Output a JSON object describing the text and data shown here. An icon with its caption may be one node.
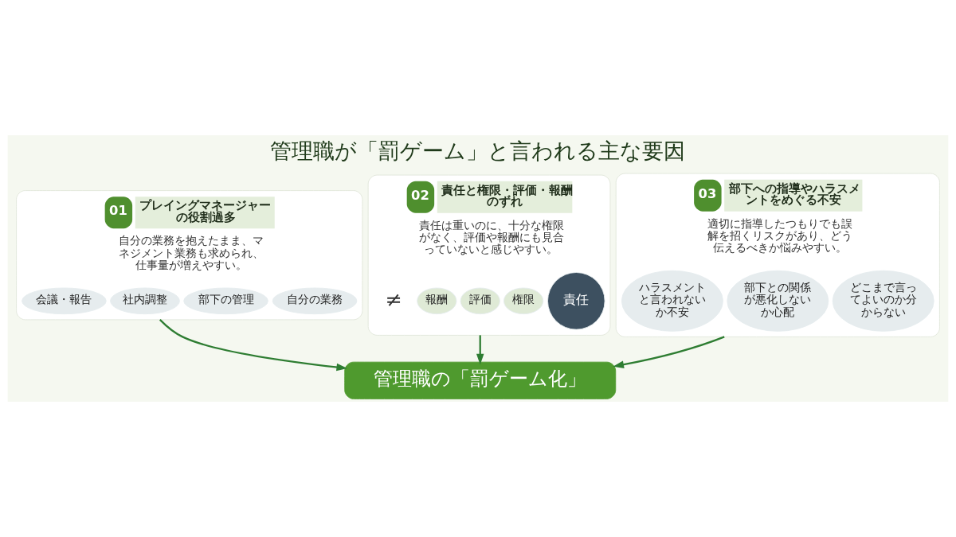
{
  "diagram": {
    "title": "管理職が「罰ゲーム」と言われる主な要因",
    "nodes": [
      {
        "text": [
          "01",
          "プレイングマネージャーの役割過多",
          "自分の業務を抱えたまま、マネジメント業務も求められ、仕事量が増えやすい。"
        ]
      },
      {
        "text": [
          "自分の業務"
        ],
        "in": 0
      },
      {
        "text": [
          "部下の管理"
        ],
        "in": 0
      },
      {
        "text": [
          "社内調整"
        ],
        "in": 0
      },
      {
        "text": [
          "会議・報告"
        ],
        "in": 0
      },
      {
        "text": [
          "02",
          "責任と権限・評価・報酬のずれ",
          "責任は重いのに、十分な権限がなく、評価や報酬にも見合っていないと感じやすい。"
        ]
      },
      {
        "text": [
          "責任"
        ],
        "in": 5
      },
      {
        "text": [
          "権限"
        ],
        "in": 5
      },
      {
        "text": [
          "評価"
        ],
        "in": 5
      },
      {
        "text": [
          "報酬"
        ],
        "in": 5
      },
      {
        "text": [
          "03",
          "部下への指導やハラスメントをめぐる不安",
          "適切に指導したつもりでも誤解を招くリスクがあり、どう伝えるべきか悩みやすい。"
        ]
      },
      {
        "text": [
          "どこまで言ってよいのか分からない"
        ],
        "in": 10
      },
      {
        "text": [
          "部下との関係が悪化しないか心配"
        ],
        "in": 10
      },
      {
        "text": [
          "ハラスメントと言われないか不安"
        ],
        "in": 10
      },
      {
        "text": [
          "管理職の「罰ゲーム化」"
        ]
      }
    ],
    "edges": [
      {
        "from": 0,
        "to": 14,
        "arrow": "to"
      },
      {
        "from": 5,
        "to": 14,
        "arrow": "to"
      },
      {
        "from": 10,
        "to": 14,
        "arrow": "to"
      }
    ],
    "labels": [
      "≠"
    ]
  }
}
